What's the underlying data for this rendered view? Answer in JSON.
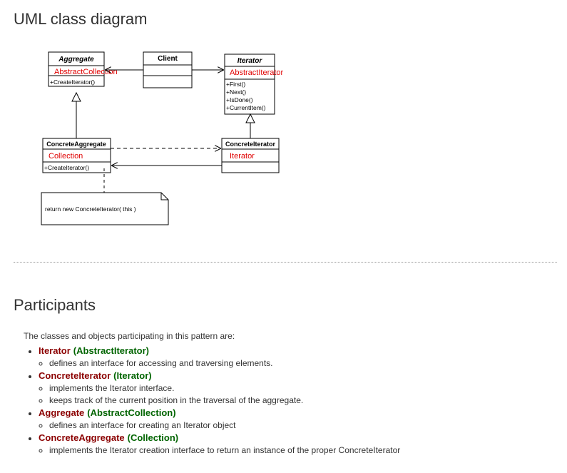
{
  "title": "UML class diagram",
  "diagram": {
    "aggregate": {
      "name": "Aggregate",
      "alias": "AbstractCollection",
      "methods": [
        "+CreateIterator()"
      ]
    },
    "client": {
      "name": "Client"
    },
    "iterator": {
      "name": "Iterator",
      "alias": "AbstractIterator",
      "methods": [
        "+First()",
        "+Next()",
        "+IsDone()",
        "+CurrentItem()"
      ]
    },
    "concrete_aggregate": {
      "name": "ConcreteAggregate",
      "alias": "Collection",
      "methods": [
        "+CreateIterator()"
      ]
    },
    "concrete_iterator": {
      "name": "ConcreteIterator",
      "alias": "Iterator"
    },
    "note": "return new ConcreteIterator( this )"
  },
  "participants_heading": "Participants",
  "intro": "The classes and objects participating in this pattern are:",
  "participants": [
    {
      "name": "Iterator",
      "alias": "(AbstractIterator)",
      "items": [
        "defines an interface for accessing and traversing elements."
      ]
    },
    {
      "name": "ConcreteIterator",
      "alias": "(Iterator)",
      "items": [
        "implements the Iterator interface.",
        "keeps track of the current position in the traversal of the aggregate."
      ]
    },
    {
      "name": "Aggregate",
      "alias": "(AbstractCollection)",
      "items": [
        "defines an interface for creating an Iterator object"
      ]
    },
    {
      "name": "ConcreteAggregate",
      "alias": "(Collection)",
      "items": [
        "implements the Iterator creation interface to return an instance of the proper ConcreteIterator"
      ]
    }
  ],
  "colors": {
    "participant_name": "#8b0000",
    "participant_alias": "#006400",
    "alias_in_diagram": "#e00000"
  }
}
